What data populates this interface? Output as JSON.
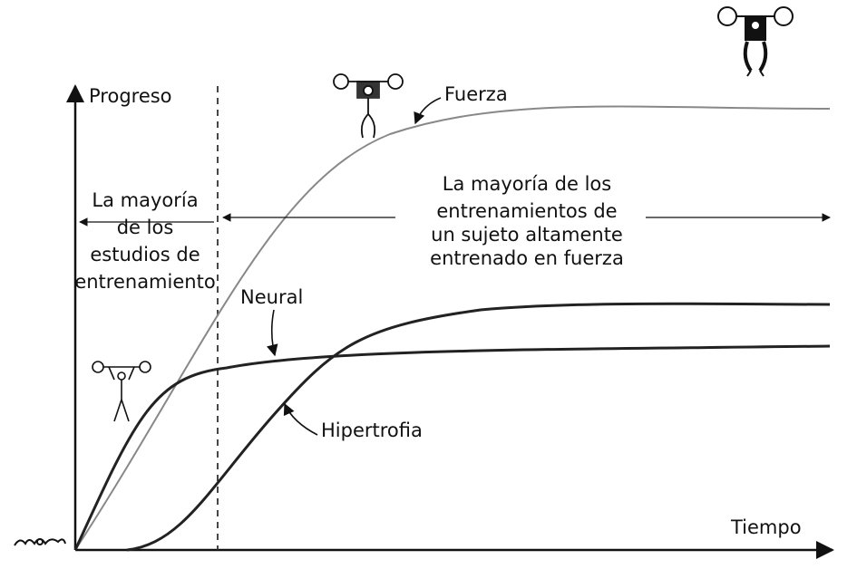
{
  "diagram": {
    "axis_y_label": "Progreso",
    "axis_x_label": "Tiempo",
    "curves": {
      "fuerza": "Fuerza",
      "neural": "Neural",
      "hipertrofia": "Hipertrofia"
    },
    "region_left": {
      "lines": [
        "La mayoría",
        "de los",
        "estudios de",
        "entrenamiento"
      ]
    },
    "region_right": {
      "lines": [
        "La mayoría de los",
        "entrenamientos de",
        "un sujeto altamente",
        "entrenado en fuerza"
      ]
    },
    "icons": [
      "lifter-crawling-icon",
      "lifter-beginner-icon",
      "lifter-intermediate-icon",
      "lifter-advanced-icon"
    ],
    "colors": {
      "fuerza_curve": "#888888",
      "neural_curve": "#222222",
      "hipertrofia_curve": "#222222",
      "ink": "#111111"
    }
  }
}
